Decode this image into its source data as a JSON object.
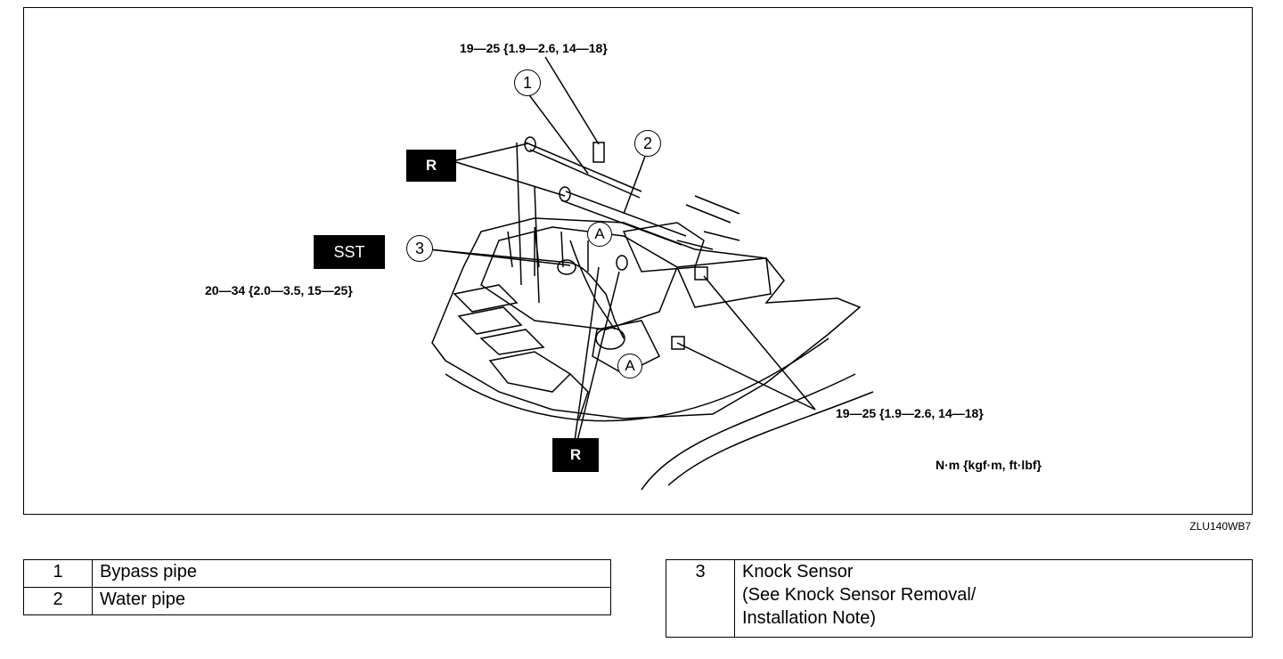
{
  "figure": {
    "code": "ZLU140WB7",
    "callouts": [
      {
        "id": "1",
        "text": "1"
      },
      {
        "id": "2",
        "text": "2"
      },
      {
        "id": "3",
        "text": "3"
      }
    ],
    "badges": {
      "r": "R",
      "sst": "SST"
    },
    "circle_a": "A",
    "torque_labels": {
      "top": "19—25 {1.9—2.6, 14—18}",
      "left": "20—34 {2.0—3.5, 15—25}",
      "right": "19—25 {1.9—2.6, 14—18}"
    },
    "units": "N·m {kgf·m, ft·lbf}"
  },
  "legend_left": [
    {
      "num": "1",
      "desc": "Bypass pipe"
    },
    {
      "num": "2",
      "desc": "Water pipe"
    }
  ],
  "legend_right": {
    "num": "3",
    "lines": [
      "Knock Sensor",
      "(See Knock Sensor Removal/",
      "Installation Note)"
    ]
  }
}
